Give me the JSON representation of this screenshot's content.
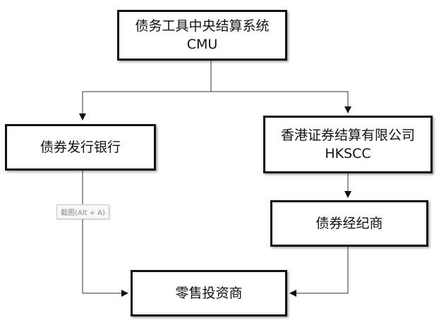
{
  "nodes": {
    "cmu": {
      "title": "债务工具中央结算系统",
      "subtitle": "CMU"
    },
    "issuer": {
      "title": "债券发行银行"
    },
    "hkscc": {
      "title": "香港证券结算有限公司",
      "subtitle": "HKSCC"
    },
    "broker": {
      "title": "债券经纪商"
    },
    "retail": {
      "title": "零售投资商"
    }
  },
  "tooltip": {
    "text": "截图(Alt + A)"
  },
  "edges": [
    {
      "from": "cmu",
      "to": "issuer"
    },
    {
      "from": "cmu",
      "to": "hkscc"
    },
    {
      "from": "hkscc",
      "to": "broker"
    },
    {
      "from": "issuer",
      "to": "retail"
    },
    {
      "from": "broker",
      "to": "retail"
    }
  ],
  "colors": {
    "stroke": "#111111",
    "connector": "#333333",
    "background": "#ffffff"
  }
}
